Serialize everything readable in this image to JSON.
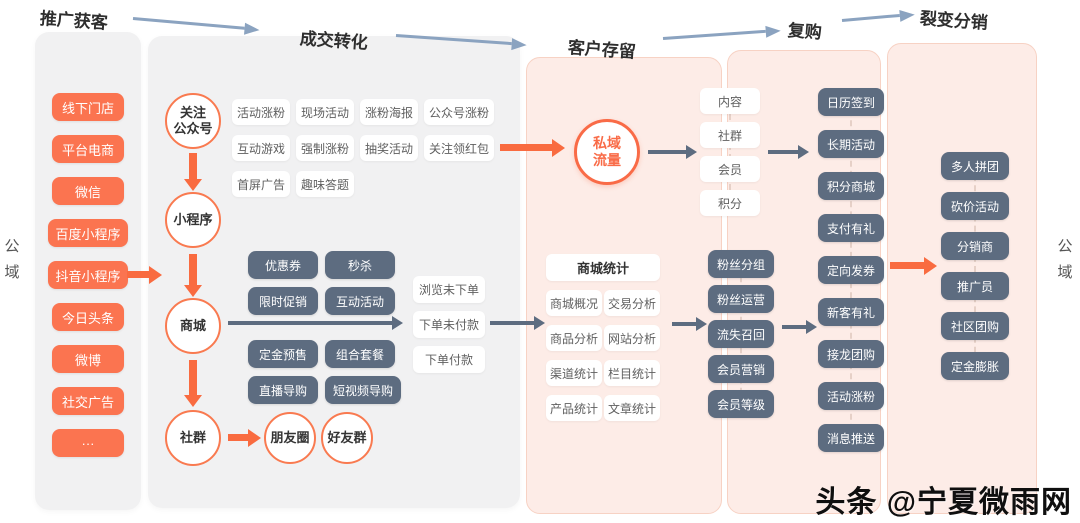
{
  "stages": {
    "acquisition": "推广获客",
    "conversion": "成交转化",
    "retention": "客户存留",
    "repurchase": "复购",
    "fission": "裂变分销"
  },
  "domain_labels": {
    "left": "公域",
    "right": "公域"
  },
  "acquisition": {
    "channels": [
      "线下门店",
      "平台电商",
      "微信",
      "百度小程序",
      "抖音小程序",
      "今日头条",
      "微博",
      "社交广告",
      "···"
    ]
  },
  "conversion": {
    "nodes": {
      "follow": "关注\n公众号",
      "miniprogram": "小程序",
      "mall": "商城",
      "community": "社群",
      "moments": "朋友圈",
      "friends": "好友群"
    },
    "fan_tools": [
      "活动涨粉",
      "现场活动",
      "涨粉海报",
      "公众号涨粉",
      "互动游戏",
      "强制涨粉",
      "抽奖活动",
      "关注领红包",
      "首屏广告",
      "趣味答题"
    ],
    "mall_tools": [
      "优惠券",
      "秒杀",
      "限时促销",
      "互动活动",
      "定金预售",
      "组合套餐",
      "直播导购",
      "短视频导购"
    ],
    "order_states": [
      "浏览未下单",
      "下单未付款",
      "下单付款"
    ]
  },
  "retention": {
    "core": "私域\n流量",
    "pillars": [
      "内容",
      "社群",
      "会员",
      "积分"
    ],
    "stats_title": "商城统计",
    "stats": [
      "商城概况",
      "交易分析",
      "商品分析",
      "网站分析",
      "渠道统计",
      "栏目统计",
      "产品统计",
      "文章统计"
    ],
    "fan_ops": [
      "粉丝分组",
      "粉丝运营",
      "流失召回",
      "会员营销",
      "会员等级"
    ]
  },
  "repurchase": {
    "tools": [
      "日历签到",
      "长期活动",
      "积分商城",
      "支付有礼",
      "定向发券",
      "新客有礼",
      "接龙团购",
      "活动涨粉",
      "消息推送"
    ]
  },
  "fission": {
    "tools": [
      "多人拼团",
      "砍价活动",
      "分销商",
      "推广员",
      "社区团购",
      "定金膨胀"
    ]
  },
  "watermark": "头条 @宁夏微雨网",
  "colors": {
    "accent_orange": "#fb7450",
    "arrow_orange": "#f96b40",
    "slate": "#5d6c80",
    "arrow_blue": "#8ba3c0",
    "panel_gray": "#f1f1f2",
    "panel_pink": "#fdece7",
    "pink_border": "#f7d2c4"
  }
}
